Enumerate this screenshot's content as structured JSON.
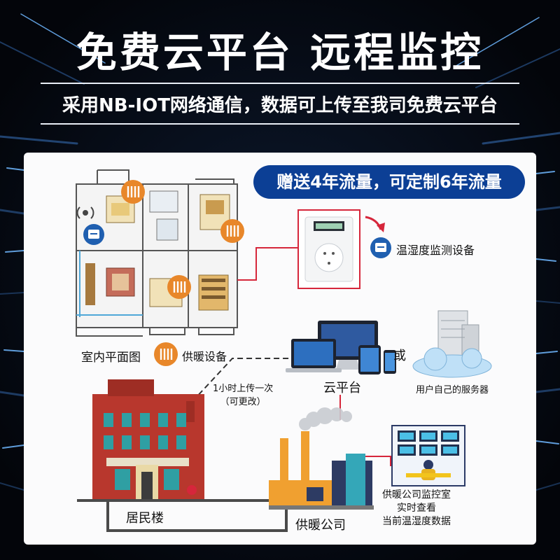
{
  "header": {
    "title": "免费云平台  远程监控",
    "subtitle": "采用NB-IOT网络通信，数据可上传至我司免费云平台"
  },
  "diagram": {
    "banner": "赠送4年流量，可定制6年流量",
    "sensor_label": "温湿度监测设备",
    "floorplan_label": "室内平面图",
    "heating_device_label": "供暖设备",
    "upload_note_line1": "1小时上传一次",
    "upload_note_line2": "（可更改）",
    "cloud_label": "云平台",
    "or_label": "或",
    "server_label": "用户自己的服务器",
    "building_label": "居民楼",
    "company_label": "供暖公司",
    "control_room_line1": "供暖公司监控室",
    "control_room_line2": "实时查看",
    "control_room_line3": "当前温湿度数据"
  },
  "colors": {
    "banner_bg": "#0c3f95",
    "connector_red": "#d6263b",
    "heater_orange": "#e8872a",
    "building_red": "#b8372d",
    "panel_bg": "#fbfbfc"
  },
  "icons": [
    "wifi-signal-icon",
    "sensor-icon",
    "heater-icon",
    "laptop-icon",
    "monitor-icon",
    "tablet-icon",
    "phone-icon",
    "server-icon",
    "cloud-icon",
    "arrow-icon",
    "monitoring-staff-icon"
  ]
}
